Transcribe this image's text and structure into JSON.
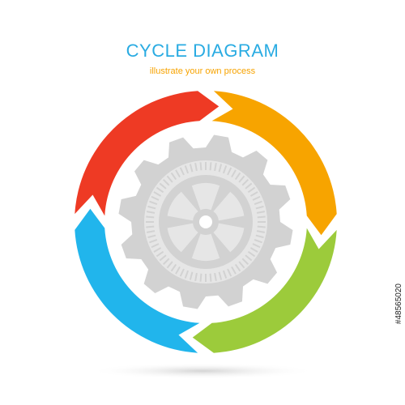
{
  "header": {
    "title": "CYCLE DIAGRAM",
    "subtitle": "illustrate your own process"
  },
  "colors": {
    "title": "#29ABE2",
    "subtitle": "#F7A300",
    "background": "#FFFFFF",
    "gear": "#D2D2D2",
    "gear_inner": "#E6E6E6"
  },
  "segments": [
    {
      "id": "orange",
      "color": "#F7A400"
    },
    {
      "id": "green",
      "color": "#9CCB3B"
    },
    {
      "id": "blue",
      "color": "#21B5EC"
    },
    {
      "id": "red",
      "color": "#EE3A24"
    }
  ],
  "center": {
    "icon": "gear-icon",
    "spokes": 6
  },
  "watermark": {
    "stock_id": "#48565020"
  }
}
